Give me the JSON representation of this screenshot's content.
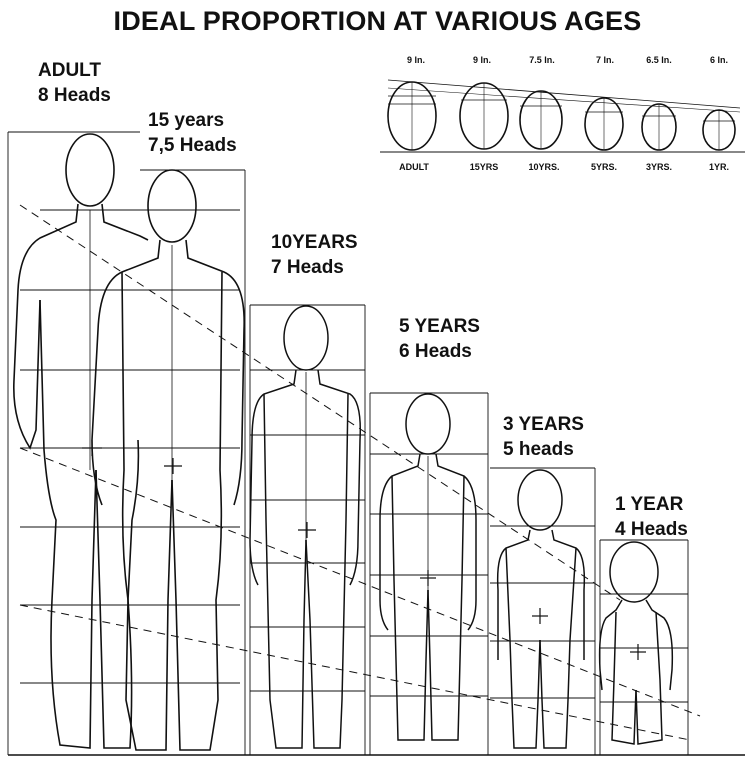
{
  "title": "IDEAL PROPORTION AT VARIOUS AGES",
  "figures": [
    {
      "line1": "ADULT",
      "line2": "8 Heads",
      "heads": 8
    },
    {
      "line1": "15 years",
      "line2": "7,5 Heads",
      "heads": 7.5
    },
    {
      "line1": "10YEARS",
      "line2": "7 Heads",
      "heads": 7
    },
    {
      "line1": "5 YEARS",
      "line2": "6 Heads",
      "heads": 6
    },
    {
      "line1": "3 YEARS",
      "line2": "5 heads",
      "heads": 5
    },
    {
      "line1": "1 YEAR",
      "line2": "4 Heads",
      "heads": 4
    }
  ],
  "head_sizes": {
    "top_labels": [
      "9 In.",
      "9 In.",
      "7.5 In.",
      "7 In.",
      "6.5 In.",
      "6 In."
    ],
    "bottom_labels": [
      "ADULT",
      "15YRS",
      "10YRS.",
      "5YRS.",
      "3YRS.",
      "1YR."
    ]
  },
  "colors": {
    "ink": "#111111",
    "background": "#ffffff"
  }
}
